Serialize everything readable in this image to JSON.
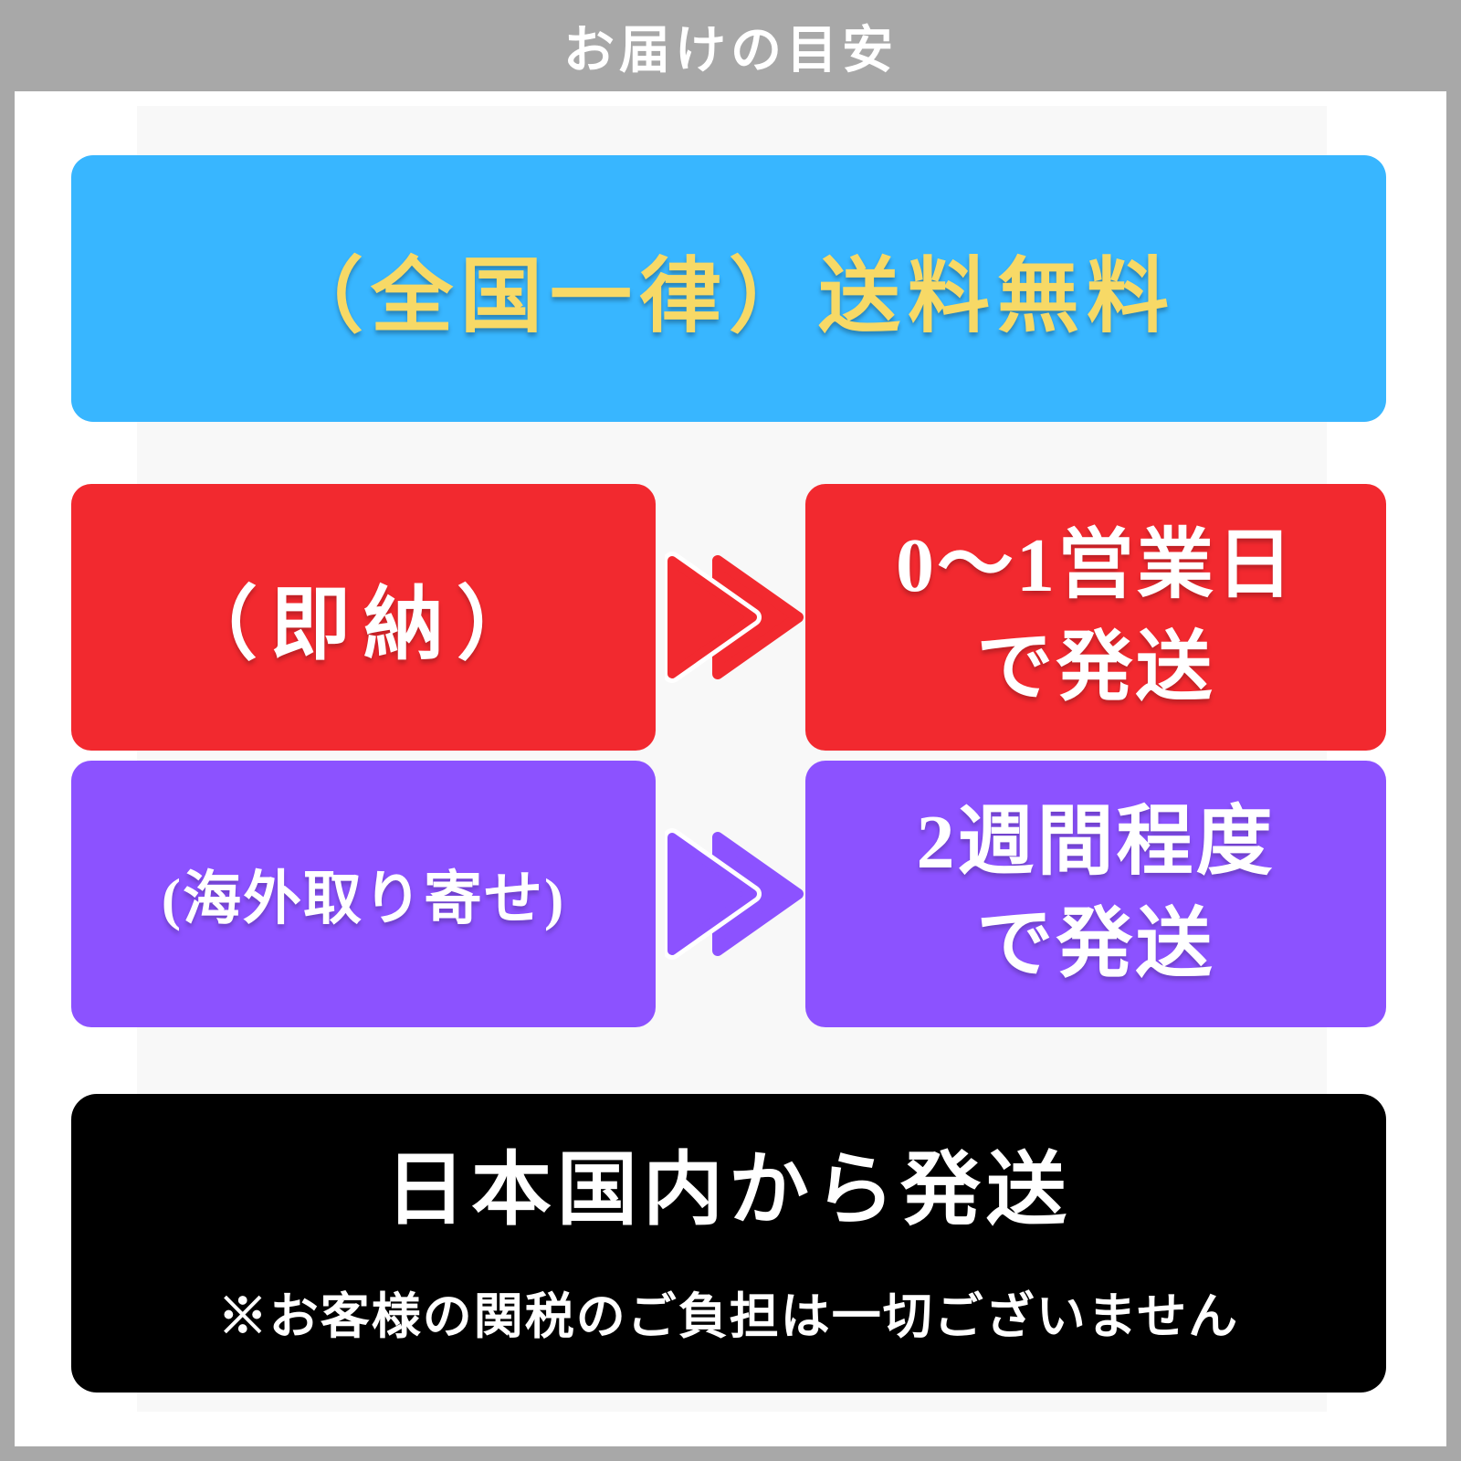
{
  "header": {
    "title": "お届けの目安"
  },
  "banner": {
    "text": "（全国一律）送料無料"
  },
  "rows": [
    {
      "label": "（即納）",
      "result_line1": "0〜1営業日",
      "result_line2": "で発送",
      "color": "#F2292F"
    },
    {
      "label": "(海外取り寄せ)",
      "result_line1": "2週間程度",
      "result_line2": "で発送",
      "color": "#8C52FF"
    }
  ],
  "footer": {
    "main": "日本国内から発送",
    "note": "※お客様の関税のご負担は一切ございません"
  },
  "colors": {
    "frame_gray": "#A8A8A8",
    "panel_white": "#FFFFFF",
    "content_bg": "#F8F8F8",
    "banner_blue": "#38B6FF",
    "banner_text_yellow": "#F7D966",
    "instock_red": "#F2292F",
    "backorder_purple": "#8C52FF",
    "footer_black": "#000000",
    "text_white": "#FFFFFF"
  }
}
